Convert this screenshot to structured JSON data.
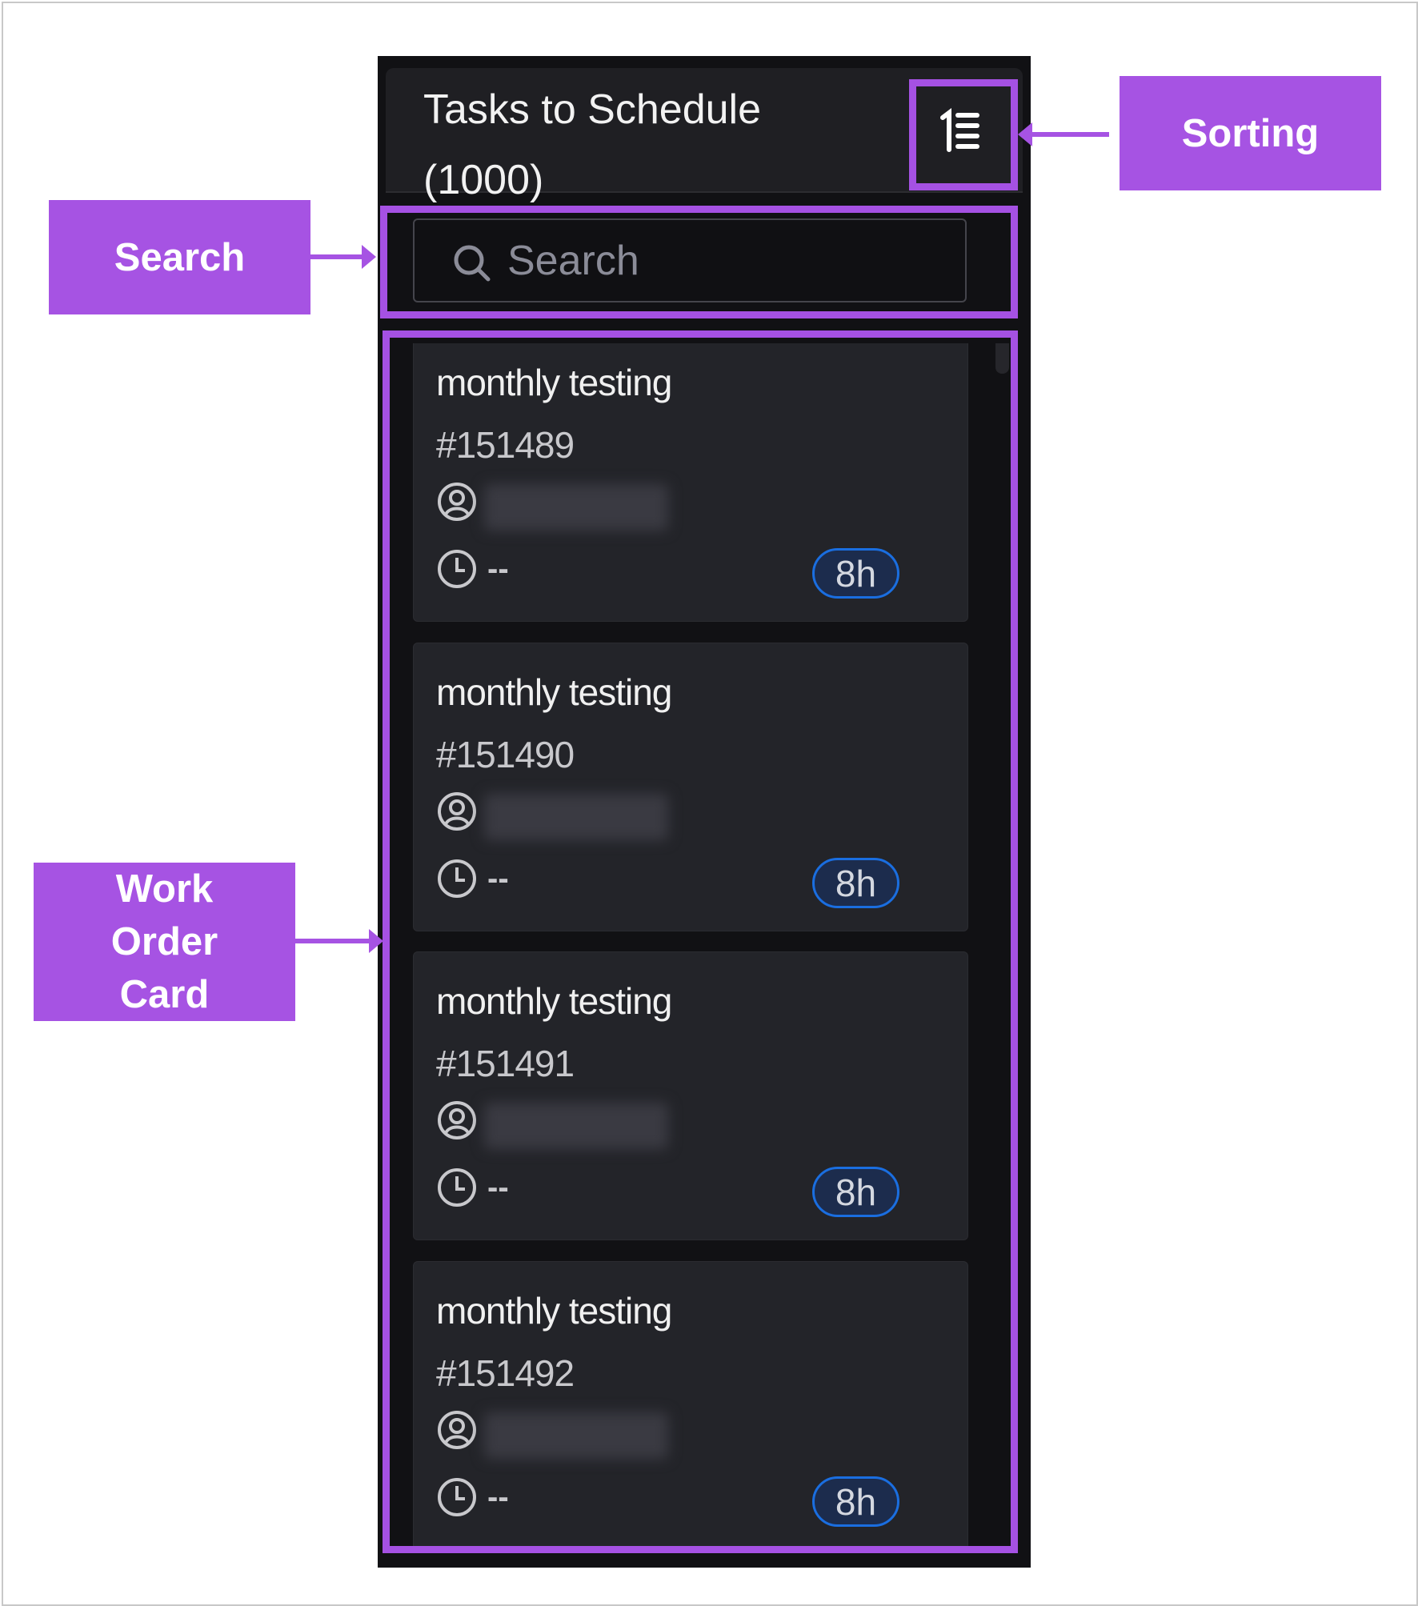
{
  "panel": {
    "title": "Tasks to Schedule",
    "count": "(1000)",
    "search_placeholder": "Search"
  },
  "cards": [
    {
      "title": "monthly testing",
      "id": "#151489",
      "time": "--",
      "duration": "8h"
    },
    {
      "title": "monthly testing",
      "id": "#151490",
      "time": "--",
      "duration": "8h"
    },
    {
      "title": "monthly testing",
      "id": "#151491",
      "time": "--",
      "duration": "8h"
    },
    {
      "title": "monthly testing",
      "id": "#151492",
      "time": "--",
      "duration": "8h"
    }
  ],
  "annotations": {
    "sorting": "Sorting",
    "search": "Search",
    "work_order_card": "Work Order Card"
  },
  "colors": {
    "annotation": "#a653e3",
    "badge_border": "#1a6ee0"
  }
}
